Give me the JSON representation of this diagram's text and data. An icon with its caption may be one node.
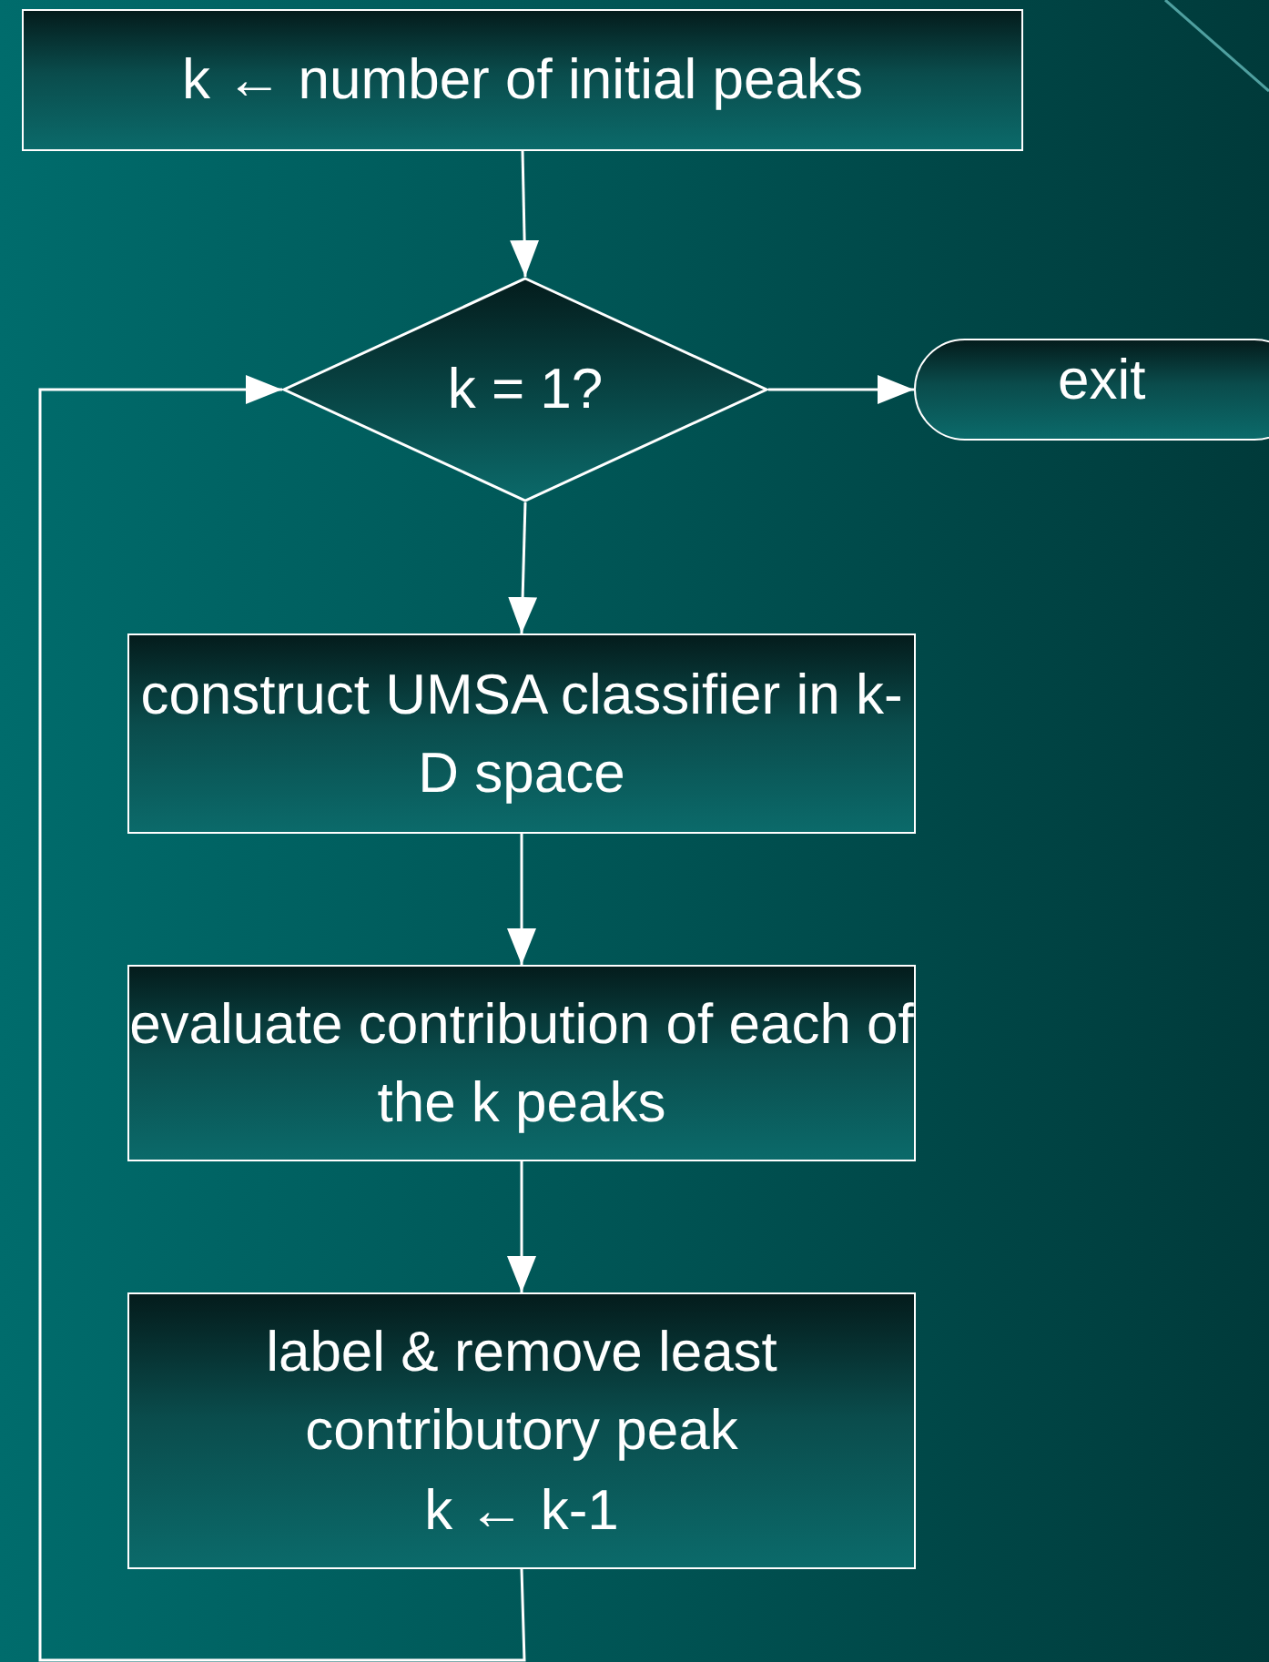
{
  "diagram": {
    "nodes": [
      {
        "text": [
          "k ← number of initial peaks"
        ]
      },
      {
        "text": [
          "k = 1?"
        ]
      },
      {
        "text": [
          "exit"
        ]
      },
      {
        "text": [
          "construct UMSA classifier in k-D space"
        ]
      },
      {
        "text": [
          "evaluate contribution of each of the k peaks"
        ]
      },
      {
        "text": [
          "label & remove least contributory peak",
          "k ← k-1"
        ]
      }
    ],
    "edges": [
      {
        "from": 0,
        "to": 1,
        "arrow": "to"
      },
      {
        "from": 1,
        "to": 2,
        "arrow": "to"
      },
      {
        "from": 1,
        "to": 3,
        "arrow": "to"
      },
      {
        "from": 3,
        "to": 4,
        "arrow": "to"
      },
      {
        "from": 4,
        "to": 5,
        "arrow": "to"
      },
      {
        "from": 5,
        "to": 1,
        "arrow": "to"
      }
    ]
  }
}
